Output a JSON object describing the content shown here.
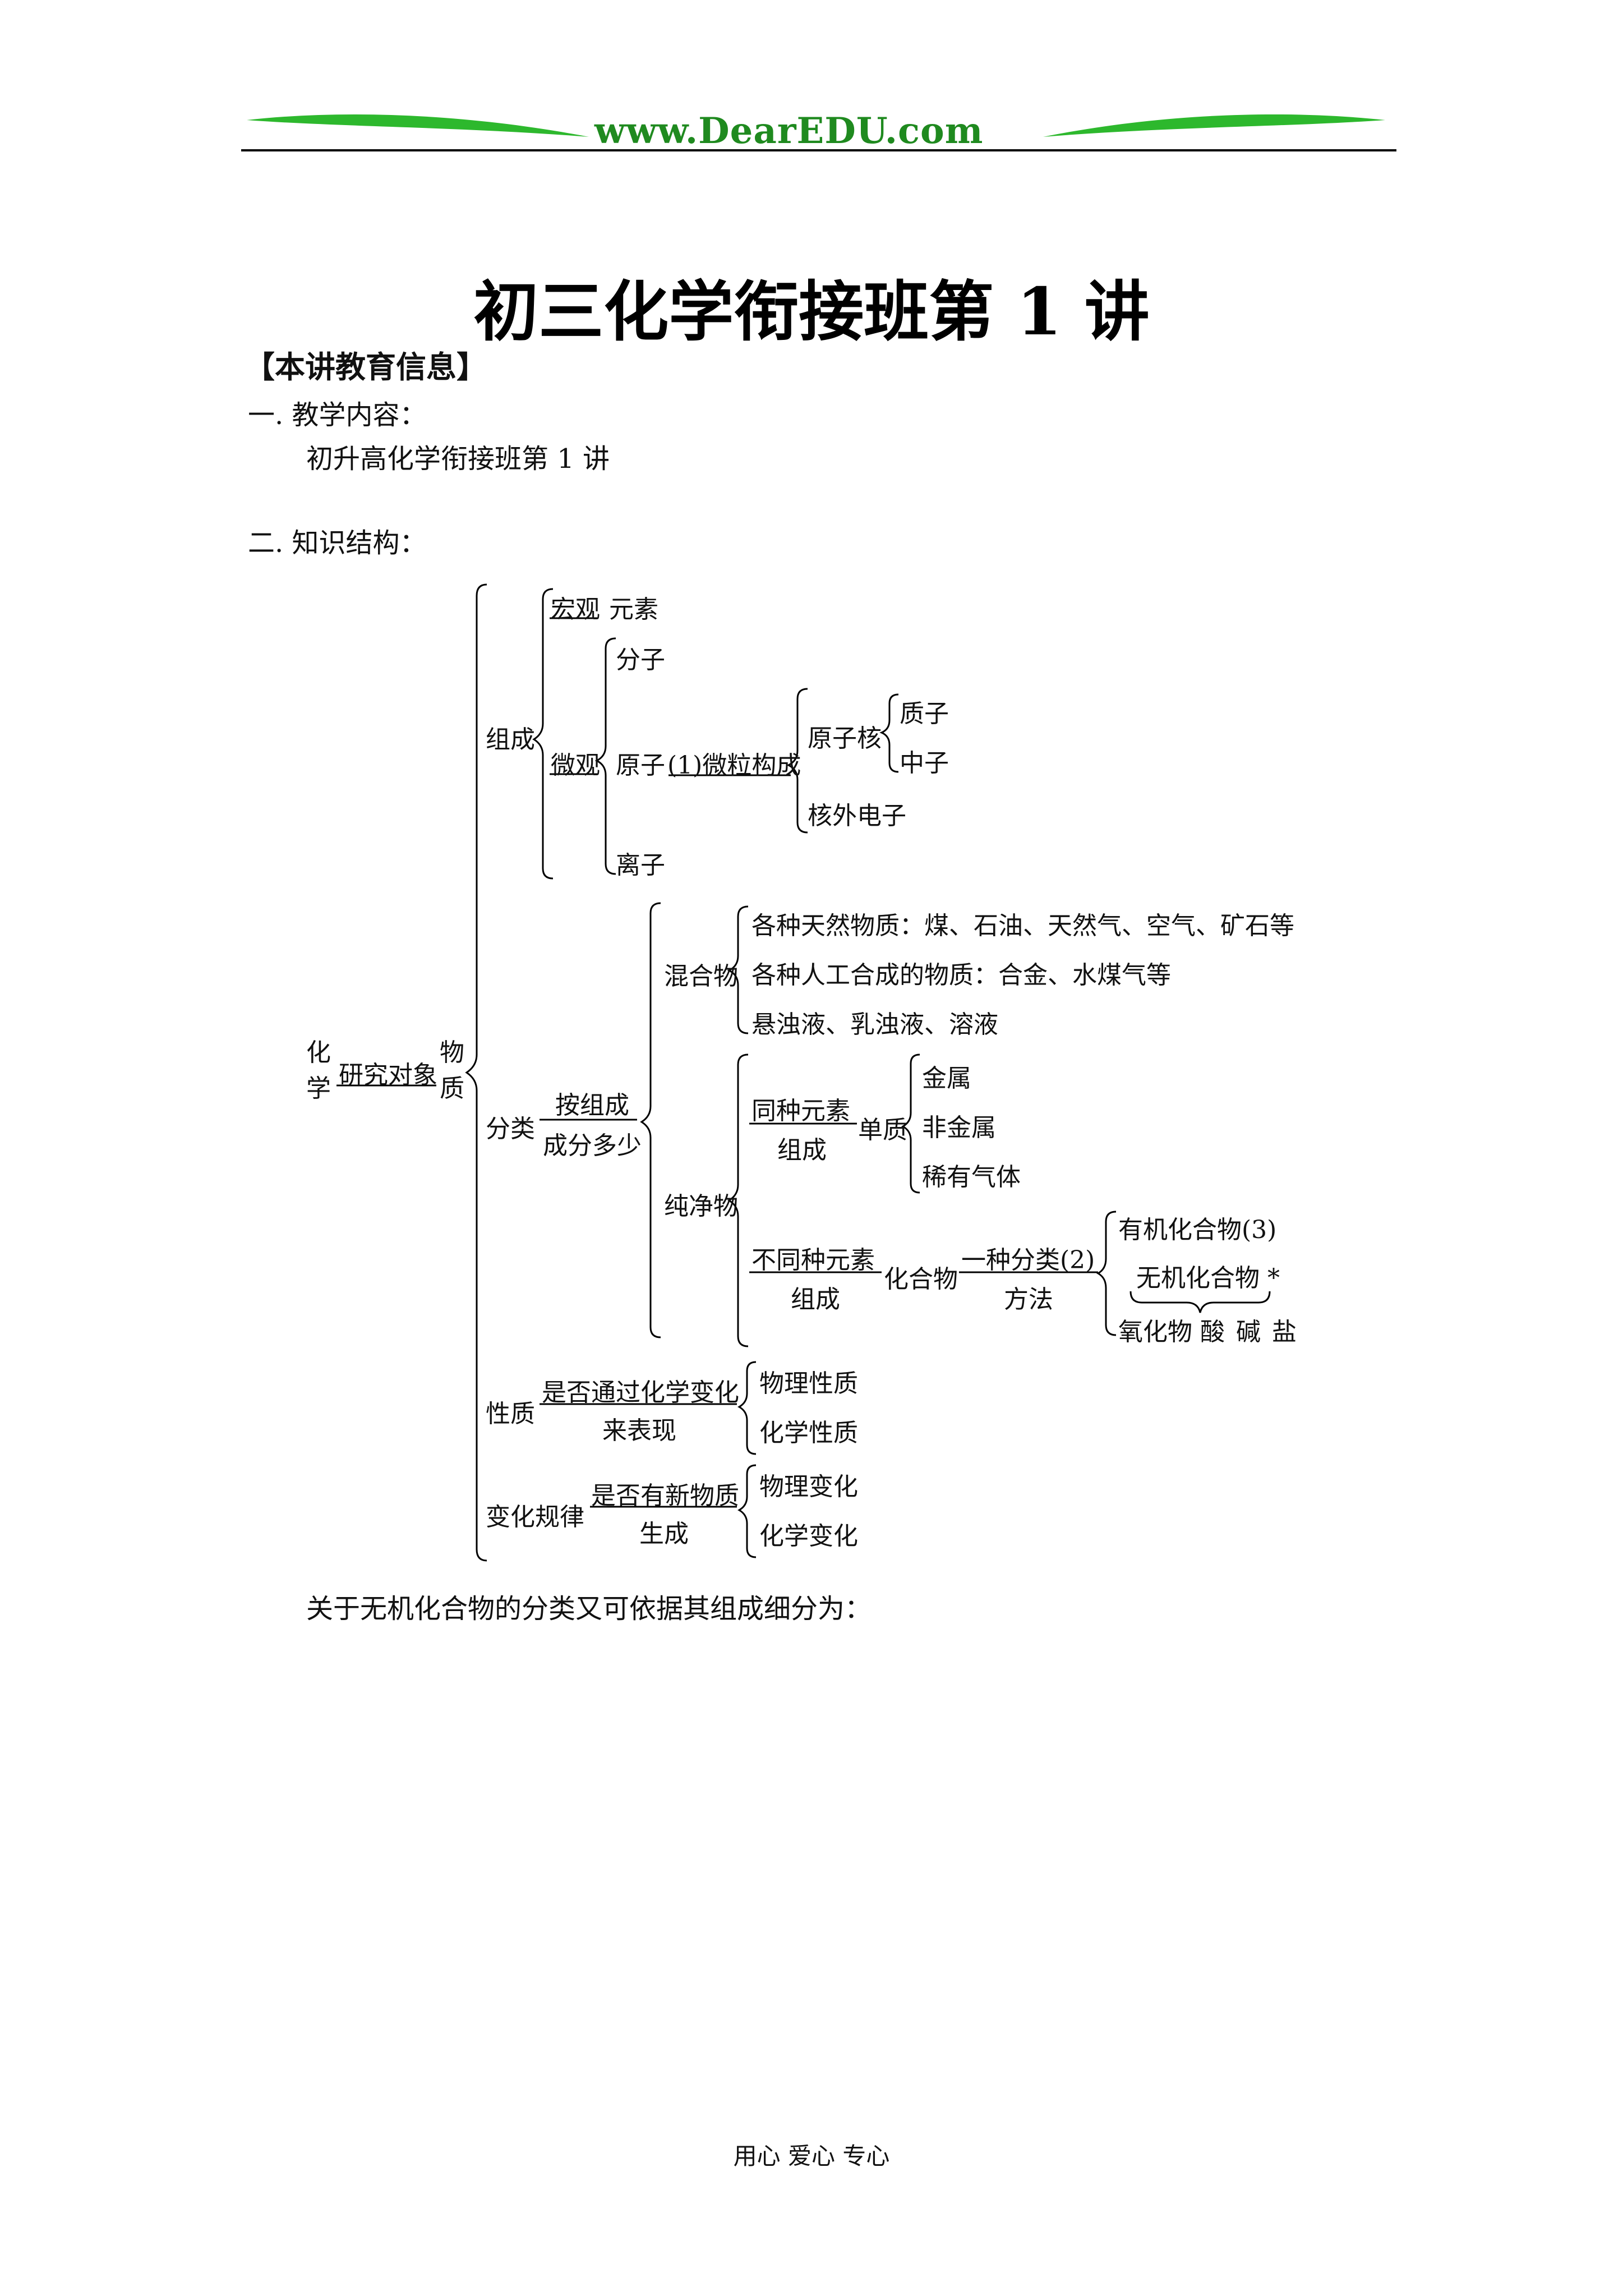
{
  "header": {
    "site": "www.DearEDU.com",
    "accent_color": "#2db82d"
  },
  "title": "初三化学衔接班第 1 讲",
  "info_heading": "【本讲教育信息】",
  "section1": {
    "label": "一. 教学内容：",
    "content": "初升高化学衔接班第 1 讲"
  },
  "section2": {
    "label": "二. 知识结构："
  },
  "diagram": {
    "root_top": "化",
    "root_bottom": "学",
    "root_edge": "研究对象",
    "object_top": "物",
    "object_bottom": "质",
    "composition": {
      "label": "组成",
      "macro": "宏观",
      "element": "元素",
      "micro": "微观",
      "molecule": "分子",
      "atom": "原子",
      "atom_edge": "(1)微粒构成",
      "nucleus": "原子核",
      "proton": "质子",
      "neutron": "中子",
      "electron": "核外电子",
      "ion": "离子"
    },
    "classification": {
      "label": "分类",
      "edge_top": "按组成",
      "edge_bottom": "成分多少",
      "mixture": "混合物",
      "mixture_items": [
        "各种天然物质：煤、石油、天然气、空气、矿石等",
        "各种人工合成的物质：合金、水煤气等",
        "悬浊液、乳浊液、溶液"
      ],
      "pure": "纯净物",
      "same_elem_top": "同种元素",
      "same_elem_bottom": "组成",
      "simple": "单质",
      "simple_items": [
        "金属",
        "非金属",
        "稀有气体"
      ],
      "diff_elem_top": "不同种元素",
      "diff_elem_bottom": "组成",
      "compound": "化合物",
      "method_top": "一种分类(2)",
      "method_bottom": "方法",
      "organic": "有机化合物(3)",
      "inorganic": "无机化合物 *",
      "inorganic_parts": [
        "氧化物",
        "酸",
        "碱",
        "盐"
      ]
    },
    "property": {
      "label": "性质",
      "edge_top": "是否通过化学变化",
      "edge_bottom": "来表现",
      "items": [
        "物理性质",
        "化学性质"
      ]
    },
    "change": {
      "label": "变化规律",
      "edge_top": "是否有新物质",
      "edge_bottom": "生成",
      "items": [
        "物理变化",
        "化学变化"
      ]
    }
  },
  "note": "关于无机化合物的分类又可依据其组成细分为：",
  "footer": "用心  爱心  专心"
}
